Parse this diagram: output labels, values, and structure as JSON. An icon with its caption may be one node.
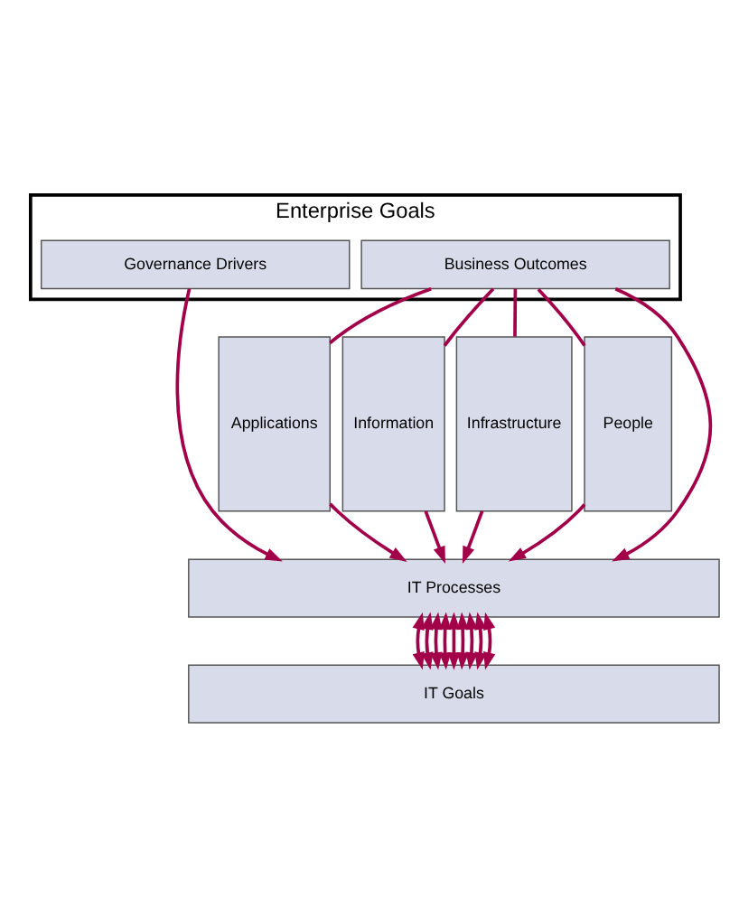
{
  "diagram": {
    "nodes": [
      {
        "text": [
          "Enterprise Goals"
        ]
      },
      {
        "text": [
          "Governance Drivers"
        ],
        "in": 0
      },
      {
        "text": [
          "Business Outcomes"
        ],
        "in": 0
      },
      {
        "text": [
          "Applications"
        ]
      },
      {
        "text": [
          "Information"
        ]
      },
      {
        "text": [
          "Infrastructure"
        ]
      },
      {
        "text": [
          "People"
        ]
      },
      {
        "text": [
          "IT Processes"
        ]
      },
      {
        "text": [
          "IT Goals"
        ]
      }
    ],
    "edges": [
      {
        "from": 2,
        "to": 3,
        "arrow": "none"
      },
      {
        "from": 2,
        "to": 4,
        "arrow": "none"
      },
      {
        "from": 2,
        "to": 5,
        "arrow": "none"
      },
      {
        "from": 2,
        "to": 6,
        "arrow": "none"
      },
      {
        "from": 3,
        "to": 7,
        "arrow": "to"
      },
      {
        "from": 4,
        "to": 7,
        "arrow": "to"
      },
      {
        "from": 5,
        "to": 7,
        "arrow": "to"
      },
      {
        "from": 6,
        "to": 7,
        "arrow": "to"
      },
      {
        "from": 2,
        "to": 7,
        "arrow": "to"
      },
      {
        "from": 1,
        "to": 7,
        "arrow": "to"
      },
      {
        "from": 7,
        "to": 8,
        "arrow": "both"
      },
      {
        "from": 7,
        "to": 8,
        "arrow": "both"
      },
      {
        "from": 7,
        "to": 8,
        "arrow": "both"
      },
      {
        "from": 7,
        "to": 8,
        "arrow": "both"
      },
      {
        "from": 7,
        "to": 8,
        "arrow": "both"
      },
      {
        "from": 7,
        "to": 8,
        "arrow": "both"
      },
      {
        "from": 7,
        "to": 8,
        "arrow": "both"
      },
      {
        "from": 7,
        "to": 8,
        "arrow": "both"
      },
      {
        "from": 7,
        "to": 8,
        "arrow": "both"
      }
    ]
  }
}
